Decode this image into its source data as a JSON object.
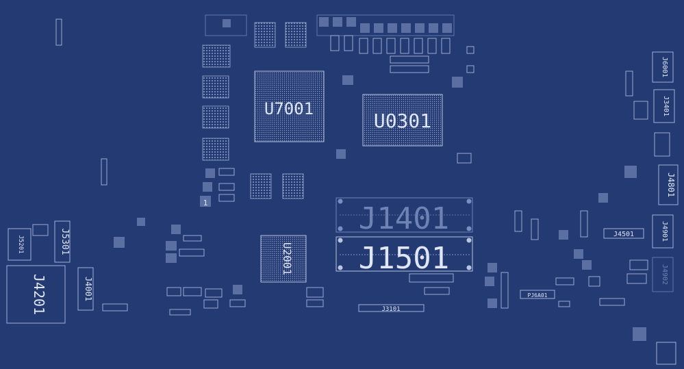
{
  "board": {
    "colors": {
      "background": "#243a72",
      "silkscreen": "#dfe6f5",
      "outline": "#9fb0d6",
      "pad": "#7a8fc0"
    },
    "labels": {
      "u7001": "U7001",
      "u0301": "U0301",
      "u2001": "U2001",
      "j1401": "J1401",
      "j1501": "J1501",
      "j4201": "J4201",
      "j5201": "J5201",
      "j5301": "J5301",
      "j4001": "J4001",
      "j3101": "J3101",
      "j6001": "J6001",
      "j3401": "J3401",
      "j4801": "J4801",
      "j4501": "J4501",
      "j4901": "J4901",
      "j4902": "J4902",
      "pj6a01": "PJ6A01",
      "pin1": "1"
    }
  }
}
